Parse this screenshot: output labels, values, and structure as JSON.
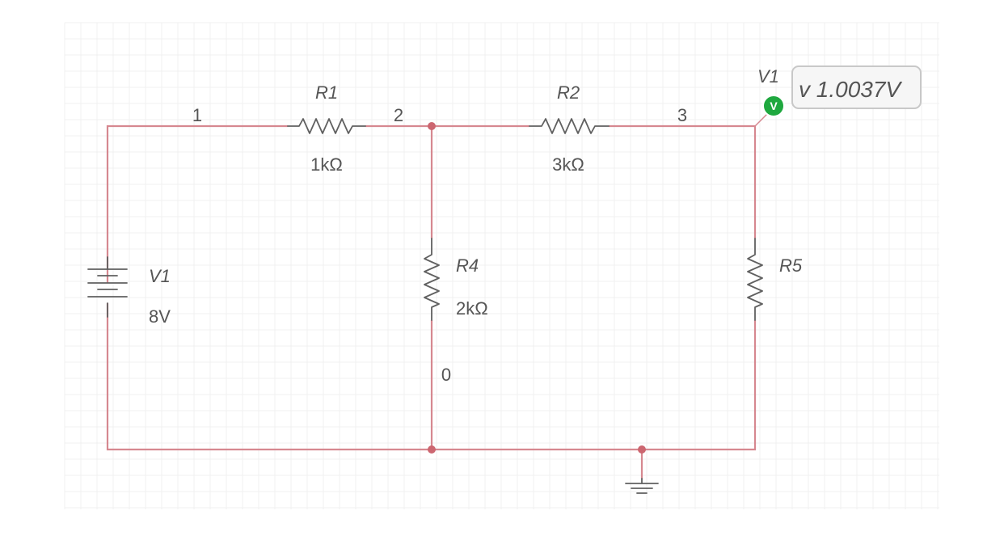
{
  "colors": {
    "background": "#ffffff",
    "grid_minor": "#f1f1f1",
    "grid_major": "#e3e3e3",
    "wire": "#d68890",
    "junction": "#cc6670",
    "component": "#606060",
    "label_text": "#555555",
    "probe_green": "#1fa83f",
    "probe_box_border": "#c8c8c8",
    "probe_box_bg": "#f6f6f6"
  },
  "nets": {
    "n1": "1",
    "n2": "2",
    "n3": "3",
    "n0": "0"
  },
  "components": {
    "r1": {
      "name": "R1",
      "value": "1kΩ"
    },
    "r2": {
      "name": "R2",
      "value": "3kΩ"
    },
    "r4": {
      "name": "R4",
      "value": "2kΩ"
    },
    "r5": {
      "name": "R5"
    },
    "v1": {
      "name": "V1",
      "value": "8V"
    }
  },
  "probe": {
    "name": "V1",
    "icon_letter": "V",
    "reading": "v 1.0037V",
    "icon": "voltage-probe-icon"
  },
  "ground": {
    "icon": "ground-icon"
  }
}
